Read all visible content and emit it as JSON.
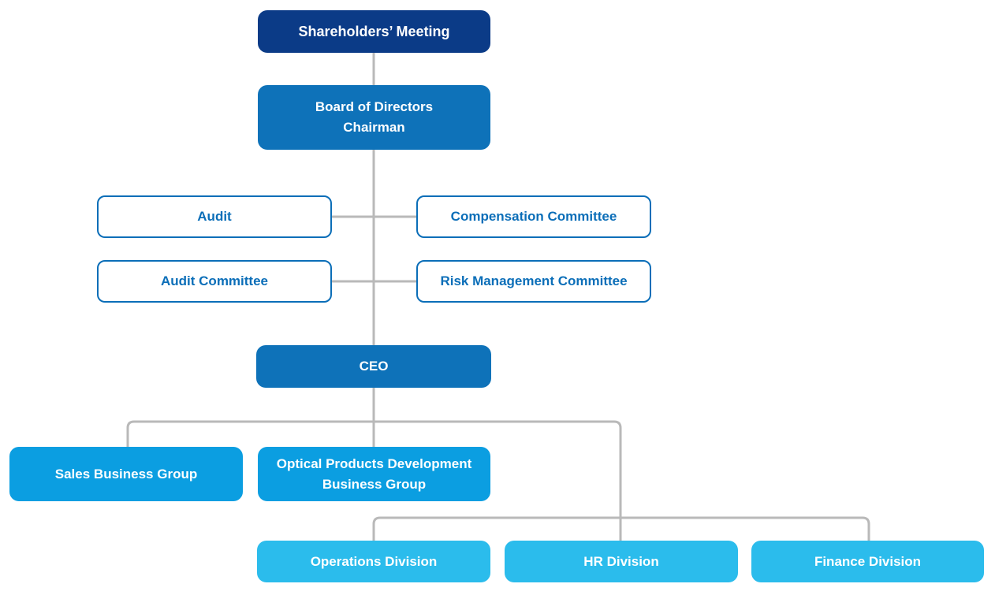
{
  "diagram": {
    "type": "organization-chart",
    "background": "#ffffff",
    "connector_color": "#b9b9b9",
    "palette": {
      "level1_navy": "#0b3b87",
      "level2_blue": "#0e72b9",
      "committee_outline_blue": "#0b6eb8",
      "level3_azure": "#0b9ee1",
      "level4_light_blue": "#2bbcec",
      "text_on_fill": "#ffffff"
    }
  },
  "nodes": [
    {
      "id": "shareholders-meeting",
      "label": "Shareholders’ Meeting",
      "style": "level1"
    },
    {
      "id": "board-of-directors-chairman",
      "label": "Board of Directors\nChairman",
      "style": "level2"
    },
    {
      "id": "audit",
      "label": "Audit",
      "style": "committee"
    },
    {
      "id": "compensation-committee",
      "label": "Compensation Committee",
      "style": "committee"
    },
    {
      "id": "audit-committee",
      "label": "Audit Committee",
      "style": "committee"
    },
    {
      "id": "risk-management-committee",
      "label": "Risk Management Committee",
      "style": "committee"
    },
    {
      "id": "ceo",
      "label": "CEO",
      "style": "level2"
    },
    {
      "id": "sales-business-group",
      "label": "Sales Business Group",
      "style": "level3"
    },
    {
      "id": "optical-products-development-business-group",
      "label": "Optical Products Development\nBusiness Group",
      "style": "level3"
    },
    {
      "id": "operations-division",
      "label": "Operations Division",
      "style": "level4"
    },
    {
      "id": "hr-division",
      "label": "HR Division",
      "style": "level4"
    },
    {
      "id": "finance-division",
      "label": "Finance Division",
      "style": "level4"
    }
  ],
  "edges": [
    {
      "from": "shareholders-meeting",
      "to": "board-of-directors-chairman"
    },
    {
      "from": "board-of-directors-chairman",
      "to": "ceo"
    },
    {
      "from": "audit",
      "to": "compensation-committee",
      "via": "main-line"
    },
    {
      "from": "audit-committee",
      "to": "risk-management-committee",
      "via": "main-line"
    },
    {
      "from": "ceo",
      "to": "sales-business-group"
    },
    {
      "from": "ceo",
      "to": "optical-products-development-business-group"
    },
    {
      "from": "ceo",
      "to": "operations-division"
    },
    {
      "from": "ceo",
      "to": "hr-division"
    },
    {
      "from": "ceo",
      "to": "finance-division"
    }
  ]
}
